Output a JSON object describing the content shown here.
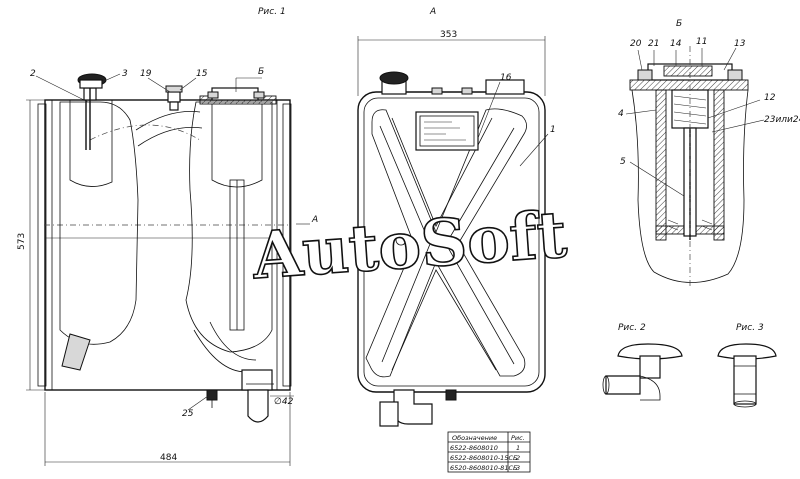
{
  "figure_captions": {
    "fig1": "Рис. 1",
    "view_a": "A",
    "view_b": "Б",
    "fig2": "Рис. 2",
    "fig3": "Рис. 3"
  },
  "dimensions": {
    "width_a": "353",
    "height_side": "573",
    "length_side": "484",
    "d42": "∅42"
  },
  "callouts": {
    "c2": "2",
    "c3": "3",
    "c19": "19",
    "c15": "15",
    "c25": "25",
    "c16": "16",
    "c1": "1",
    "c20": "20",
    "c21": "21",
    "c14": "14",
    "c11": "11",
    "c13": "13",
    "c4": "4",
    "c12": "12",
    "c23": "23или24",
    "c5": "5",
    "section_a": "A",
    "pointer_b": "Б"
  },
  "watermark": "AutoSoft",
  "table": {
    "header": [
      "Обозначение",
      "Рис."
    ],
    "rows": [
      [
        "6522-8608010",
        "1"
      ],
      [
        "6522-8608010-15СБ",
        "2"
      ],
      [
        "6520-8608010-81СБ",
        "3"
      ]
    ]
  }
}
